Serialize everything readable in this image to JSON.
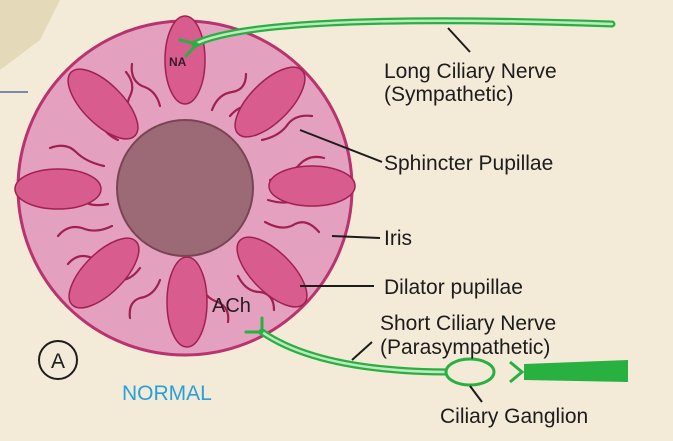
{
  "labels": {
    "long_ciliary_nerve_line1": "Long Ciliary Nerve",
    "long_ciliary_nerve_line2": "(Sympathetic)",
    "sphincter_pupillae": "Sphincter Pupillae",
    "iris": "Iris",
    "dilator_pupillae": "Dilator pupillae",
    "short_ciliary_nerve_line1": "Short Ciliary Nerve",
    "short_ciliary_nerve_line2": "(Parasympathetic)",
    "ciliary_ganglion": "Ciliary Ganglion",
    "na": "NA",
    "ach": "ACh",
    "panel_letter": "A",
    "normal": "NORMAL"
  },
  "colors": {
    "background": "#f4ead8",
    "iris_fill": "#e3a0bf",
    "iris_stroke": "#b9336f",
    "pupil_fill": "#9c6a76",
    "muscle_fill": "#d95c8e",
    "wavy_fiber": "#a0214f",
    "nerve_green": "#28b040",
    "normal_text": "#2aa0d8"
  }
}
